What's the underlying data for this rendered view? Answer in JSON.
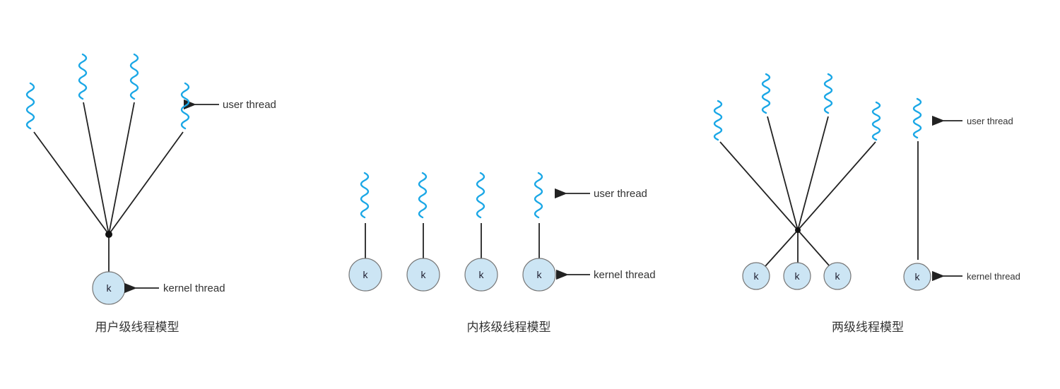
{
  "panels": [
    {
      "caption": "用户级线程模型",
      "user_label": "user thread",
      "kernel_label": "kernel thread",
      "kernel_threads": [
        "k"
      ]
    },
    {
      "caption": "内核级线程模型",
      "user_label": "user thread",
      "kernel_label": "kernel thread",
      "kernel_threads": [
        "k",
        "k",
        "k",
        "k"
      ]
    },
    {
      "caption": "两级线程模型",
      "user_label": "user thread",
      "kernel_label": "kernel thread",
      "kernel_threads": [
        "k",
        "k",
        "k",
        "k"
      ]
    }
  ],
  "colors": {
    "user_thread": "#1aa7e6",
    "kernel_fill": "#cce5f4"
  }
}
